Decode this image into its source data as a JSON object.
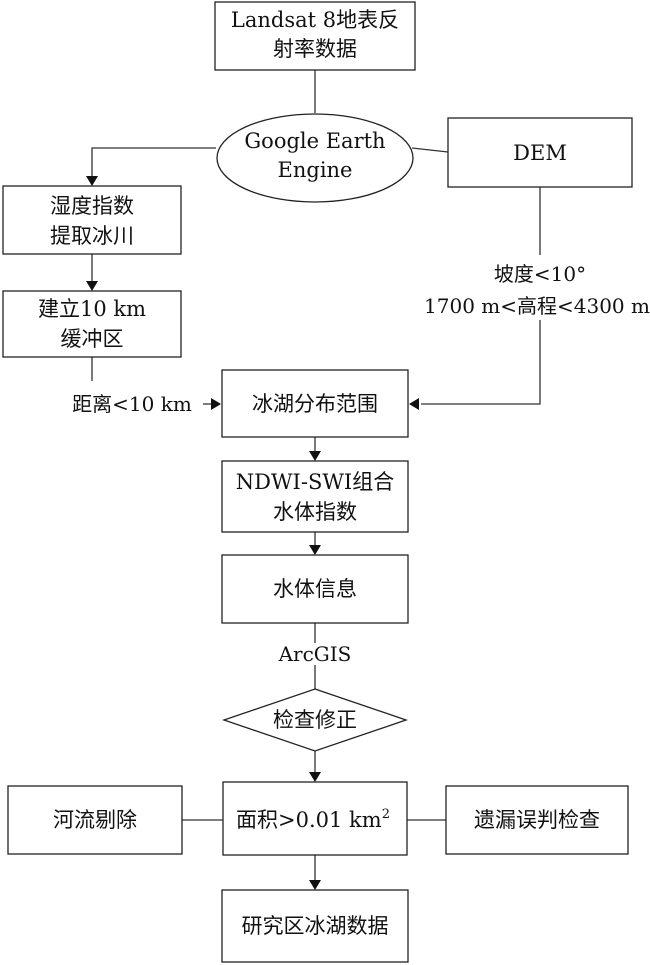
{
  "nodes": {
    "landsat": [
      "Landsat 8地表反",
      "射率数据"
    ],
    "gee": [
      "Google Earth",
      "Engine"
    ],
    "dem": [
      "DEM"
    ],
    "wetness": [
      "湿度指数",
      "提取冰川"
    ],
    "buffer": [
      "建立10 km",
      "缓冲区"
    ],
    "glacial_lake_range": [
      "冰湖分布范围"
    ],
    "ndwi_swi": [
      "NDWI-SWI组合",
      "水体指数"
    ],
    "water_info": [
      "水体信息"
    ],
    "check_fix": [
      "检查修正"
    ],
    "river_removal": [
      "河流剔除"
    ],
    "area_filter": {
      "main": "面积>0.01 km",
      "sup": "2"
    },
    "omission_check": [
      "遗漏误判检查"
    ],
    "result": [
      "研究区冰湖数据"
    ]
  },
  "labels": {
    "distance": "距离<10 km",
    "slope": "坡度<10°",
    "elevation": "1700 m<高程<4300 m",
    "arcgis": "ArcGIS"
  }
}
